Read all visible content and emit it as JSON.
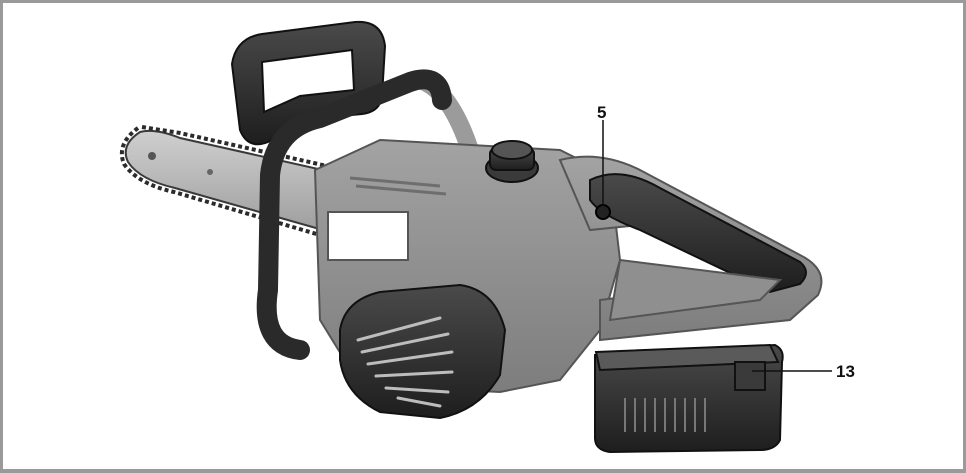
{
  "figure": {
    "subject": "chainsaw-illustration",
    "callouts": [
      {
        "id": "callout-5",
        "label": "5"
      },
      {
        "id": "callout-13",
        "label": "13"
      }
    ],
    "colors": {
      "frame": "#9a9a9a",
      "body_gray": "#8c8c8c",
      "dark_parts": "#2b2b2b",
      "bar": "#b9b9b9",
      "leader": "#111111"
    }
  }
}
